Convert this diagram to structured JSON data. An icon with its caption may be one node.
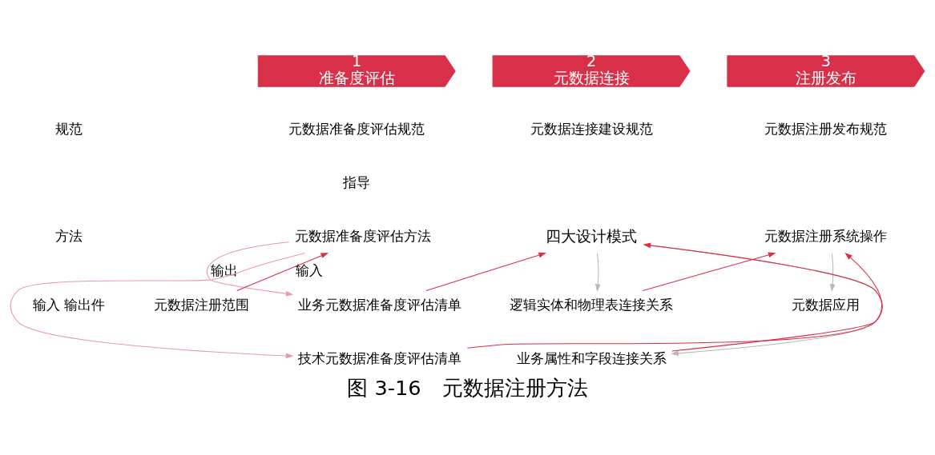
{
  "diagram": {
    "caption": "图 3-16　元数据注册方法",
    "nodes": [
      {
        "text": [
          "1",
          "准备度评估"
        ]
      },
      {
        "text": [
          "2",
          "元数据连接"
        ]
      },
      {
        "text": [
          "3",
          "注册发布"
        ]
      },
      {
        "text": [
          "元数据准备度评估规范"
        ]
      },
      {
        "text": [
          "元数据连接建设规范"
        ]
      },
      {
        "text": [
          "元数据注册发布规范"
        ]
      },
      {
        "text": [
          "元数据准备度评估方法"
        ]
      },
      {
        "text": [
          "四大设计模式"
        ]
      },
      {
        "text": [
          "元数据注册系统操作"
        ]
      },
      {
        "text": [
          "元数据注册范围"
        ]
      },
      {
        "text": [
          "业务元数据准备度评估清单"
        ]
      },
      {
        "text": [
          "技术元数据准备度评估清单"
        ]
      },
      {
        "text": [
          "逻辑实体和物理表连接关系"
        ]
      },
      {
        "text": [
          "业务属性和字段连接关系"
        ]
      },
      {
        "text": [
          "元数据应用"
        ]
      }
    ],
    "edges": [
      {
        "from": 9,
        "to": 6,
        "arrow": "to",
        "label": "输入"
      },
      {
        "from": 6,
        "to": 10,
        "arrow": "to",
        "label": "输出",
        "color": "#e89aa8"
      },
      {
        "from": 6,
        "to": 11,
        "arrow": "to",
        "color": "#e89aa8"
      },
      {
        "from": 10,
        "to": 7,
        "arrow": "to"
      },
      {
        "from": 11,
        "to": 7,
        "arrow": "to"
      },
      {
        "from": 7,
        "to": 12,
        "arrow": "to",
        "color": "#b8b8b8"
      },
      {
        "from": 7,
        "to": 13,
        "arrow": "to",
        "color": "#b8b8b8"
      },
      {
        "from": 12,
        "to": 8,
        "arrow": "to"
      },
      {
        "from": 13,
        "to": 8,
        "arrow": "to"
      },
      {
        "from": 8,
        "to": 14,
        "arrow": "to",
        "color": "#b8b8b8"
      }
    ],
    "labels": [
      "规范",
      "指导",
      "方法",
      "输入 输出件"
    ]
  }
}
